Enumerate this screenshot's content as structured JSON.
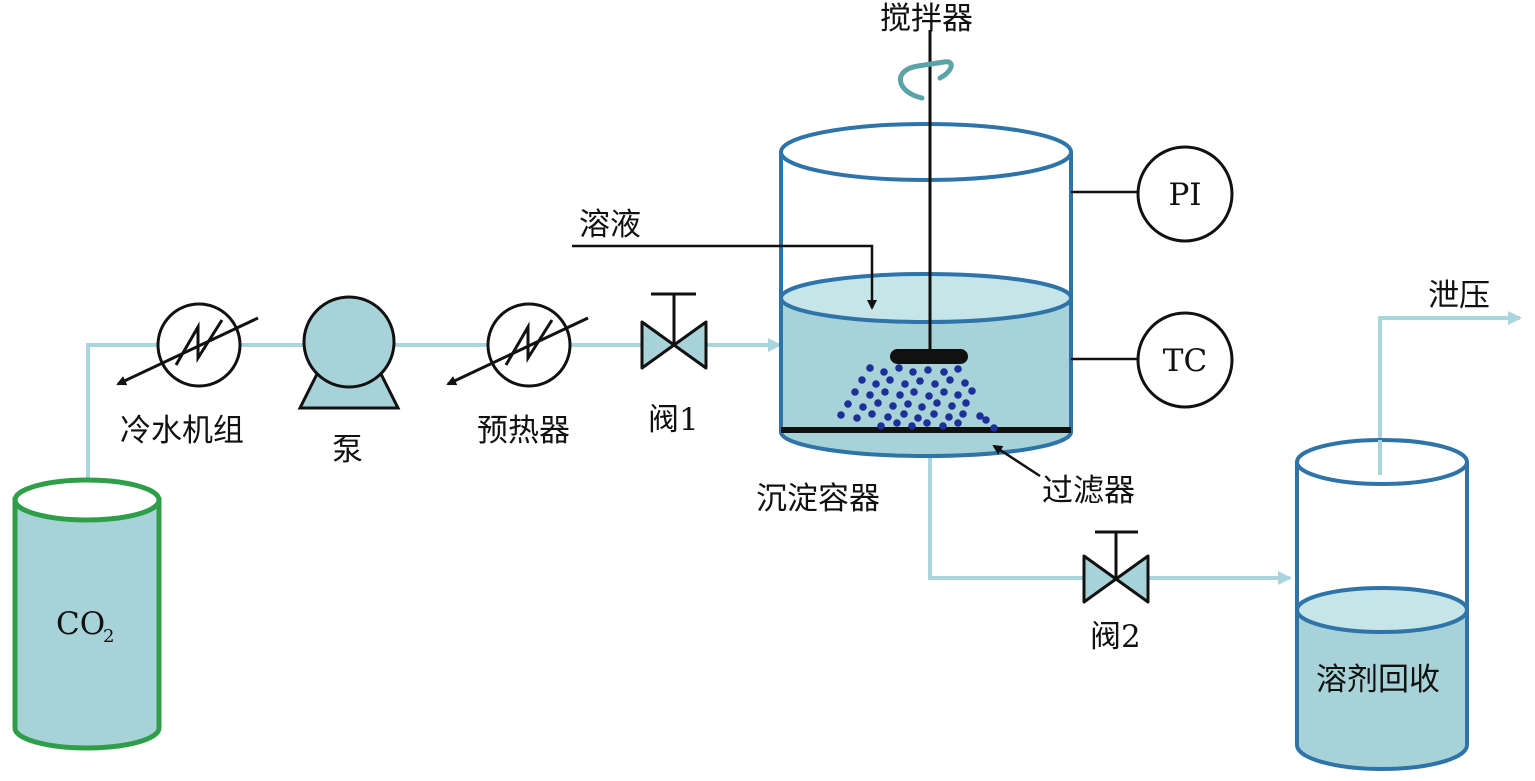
{
  "labels": {
    "co2_main": "CO",
    "co2_sub": "2",
    "chiller": "冷水机组",
    "pump": "泵",
    "preheater": "预热器",
    "valve1": "阀1",
    "solution": "溶液",
    "stirrer": "搅拌器",
    "pi": "PI",
    "tc": "TC",
    "vessel": "沉淀容器",
    "filter": "过滤器",
    "valve2": "阀2",
    "vent": "泄压",
    "recovery": "溶剂回收"
  },
  "colors": {
    "pipe": "#a9d6dc",
    "liquid": "#a7d3d8",
    "vessel_stroke": "#2e74a8",
    "co2_stroke": "#2f9e48",
    "ink": "#111111",
    "particles": "#1f2f9a"
  }
}
